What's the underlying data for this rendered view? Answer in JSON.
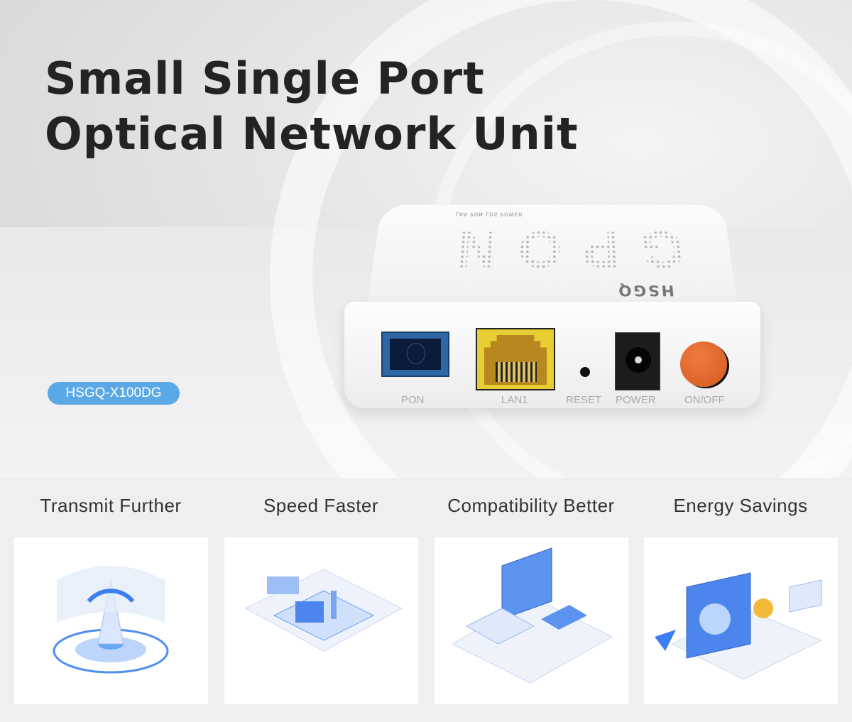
{
  "hero": {
    "title_line1": "Small Single Port",
    "title_line2": "Optical Network Unit",
    "model_badge": "HSGQ-X100DG"
  },
  "device": {
    "brand_logo": "HSGQ",
    "top_pattern": "GPON",
    "led_labels": "LAN   PON   LOS   POWER",
    "ports": [
      {
        "label": "PON"
      },
      {
        "label": "LAN1"
      },
      {
        "label": "RESET"
      },
      {
        "label": "POWER"
      },
      {
        "label": "ON/OFF"
      }
    ],
    "colors": {
      "pon": "#2f67a5",
      "lan": "#e8ce35",
      "onoff": "#d35a22"
    }
  },
  "features": [
    {
      "title": "Transmit Further",
      "icon": "signal-tower-icon"
    },
    {
      "title": "Speed Faster",
      "icon": "network-city-icon"
    },
    {
      "title": "Compatibility Better",
      "icon": "multi-device-icon"
    },
    {
      "title": "Energy Savings",
      "icon": "savings-chart-icon"
    }
  ],
  "accent": "#5aa9e6"
}
